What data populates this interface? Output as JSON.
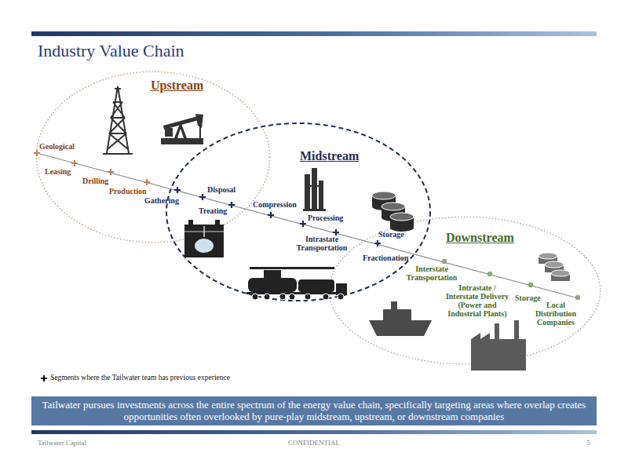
{
  "diagram": {
    "title": "Industry Value Chain",
    "caption": "Tailwater pursues investments across the entire spectrum of the energy value chain, specifically targeting areas where overlap creates opportunities often overlooked by pure-play midstream, upstream, or downstream companies",
    "nodes": [
      {
        "text": [
          "Upstream"
        ]
      },
      {
        "text": [
          "Midstream"
        ]
      },
      {
        "text": [
          "Downstream"
        ]
      }
    ],
    "labels": [
      "Geological",
      "Leasing",
      "Drilling",
      "Production",
      "Gathering",
      "Disposal",
      "Treating",
      "Compression",
      "Processing",
      "Intrastate Transportation",
      "Storage",
      "Fractionation",
      "Interstate Transportation",
      "Intrastate / Interstate Delivery (Power and Industrial Plants)",
      "Storage",
      "Local Distribution Companies",
      "Tailwater Capital",
      "CONFIDENTIAL",
      "5"
    ],
    "legend": [
      {
        "text": "Segments where the Tailwater team has previous experience"
      }
    ]
  }
}
